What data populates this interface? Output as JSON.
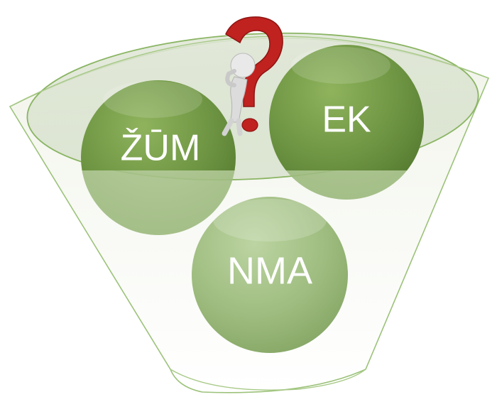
{
  "diagram": {
    "circles": [
      {
        "id": "zum",
        "label": "ŽŪM",
        "color": "#6f9643"
      },
      {
        "id": "ek",
        "label": "EK",
        "color": "#6f9643"
      },
      {
        "id": "nma",
        "label": "NMA",
        "color": "#9dbd7c"
      }
    ],
    "colors": {
      "funnel_outline": "#9cc27a",
      "funnel_fill": "#f6f8f1",
      "question_mark": "#c0221f"
    },
    "icons": [
      "funnel-icon",
      "thinking-figure-icon",
      "question-mark-icon"
    ]
  }
}
